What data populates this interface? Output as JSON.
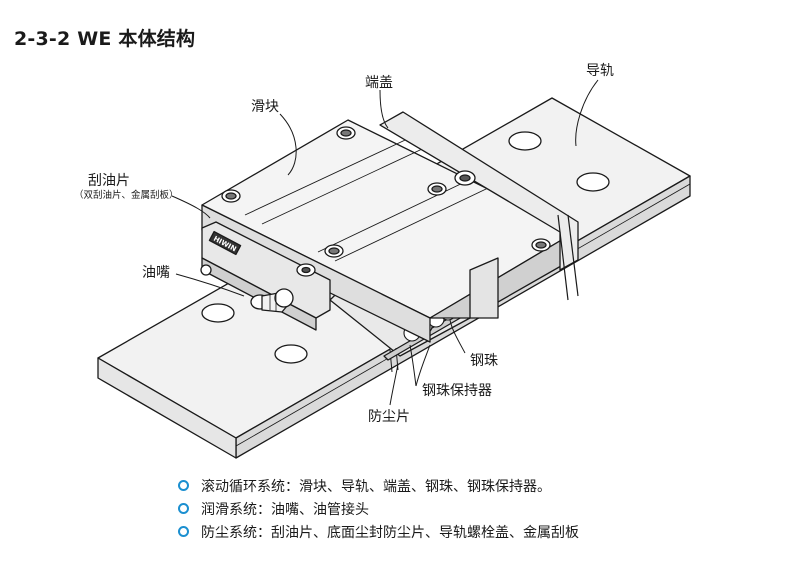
{
  "title": "2-3-2 WE 本体结构",
  "labels": {
    "slider": "滑块",
    "end_cap": "端盖",
    "rail": "导轨",
    "scraper": "刮油片",
    "scraper_note": "（双刮油片、金属刮板）",
    "grease_nipple": "油嘴",
    "steel_ball": "钢珠",
    "ball_retainer": "钢珠保持器",
    "dust_seal": "防尘片",
    "brand": "HIWIN"
  },
  "legend": [
    "滚动循环系统：滑块、导轨、端盖、钢珠、钢珠保持器。",
    "润滑系统：油嘴、油管接头",
    "防尘系统：刮油片、底面尘封防尘片、导轨螺栓盖、金属刮板"
  ],
  "colors": {
    "bullet": "#1b8fd0",
    "face_light": "#f1f1f1",
    "face_mid": "#e2e2e2",
    "face_dark": "#c9c9c9",
    "line": "#1a1a1a"
  }
}
